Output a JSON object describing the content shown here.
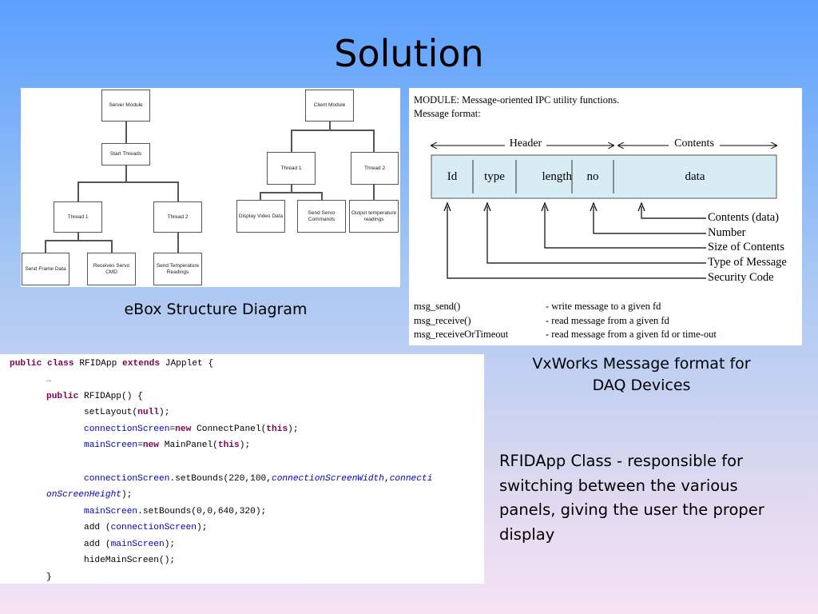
{
  "slide": {
    "title": "Solution",
    "ebox_caption": "eBox Structure Diagram",
    "vx_caption_line1": "VxWorks Message format for",
    "vx_caption_line2": "DAQ Devices",
    "rfid_description": "RFIDApp Class - responsible for switching between the various panels, giving the user the proper display"
  },
  "ebox": {
    "server_module": "Server Module",
    "start_threads": "Start Threads",
    "server_thread1": "Thread 1",
    "server_thread2": "Thread 2",
    "send_frame_data": "Send Frame Data",
    "receives_servo_cmd": "Receives Servo CMD",
    "send_temperature_readings": "Send Temperature Readings",
    "client_module": "Client Module",
    "client_thread1": "Thread 1",
    "client_thread2": "Thread 2",
    "display_video_data": "Display Video Data",
    "send_servo_commands": "Send Servo Commands",
    "output_temperature_readings": "Output temperature readings"
  },
  "message_format": {
    "module_line": "MODULE: Message-oriented IPC utility functions.",
    "format_line": "Message format:",
    "header_label": "Header",
    "contents_label": "Contents",
    "fields": [
      "Id",
      "type",
      "length",
      "no",
      "data"
    ],
    "legend": [
      "Contents (data)",
      "Number",
      "Size of Contents",
      "Type of Message",
      "Security Code"
    ],
    "functions": [
      {
        "name": "msg_send()",
        "desc": "- write message to a given fd"
      },
      {
        "name": "msg_receive()",
        "desc": "- read message from a given fd"
      },
      {
        "name": "msg_receiveOrTimeout",
        "desc": "- read message from a given fd or time-out"
      }
    ]
  },
  "code": {
    "kw_public": "public",
    "kw_class": "class",
    "class_name": "RFIDApp",
    "kw_extends": "extends",
    "super_open": "JApplet {",
    "ellipsis": "…",
    "ctor_close": "RFIDApp() {",
    "set_layout_pre": "setLayout(",
    "kw_null": "null",
    "set_layout_post": ");",
    "connection_screen": "connectionScreen",
    "eq": "=",
    "kw_new": "new",
    "connect_panel": "ConnectPanel(",
    "kw_this": "this",
    "close_stmt": ");",
    "main_screen": "mainScreen",
    "main_panel": "MainPanel(",
    "set_bounds_conn": ".setBounds(220,100,",
    "conn_width": "connectionScreenWidth",
    "comma": ",",
    "conn_height_a": "connecti",
    "conn_height_b": "onScreenHeight",
    "set_bounds_main": ".setBounds(0,0,640,320);",
    "add_open": "add (",
    "hide_main": "hideMainScreen();",
    "close_brace": "}"
  }
}
